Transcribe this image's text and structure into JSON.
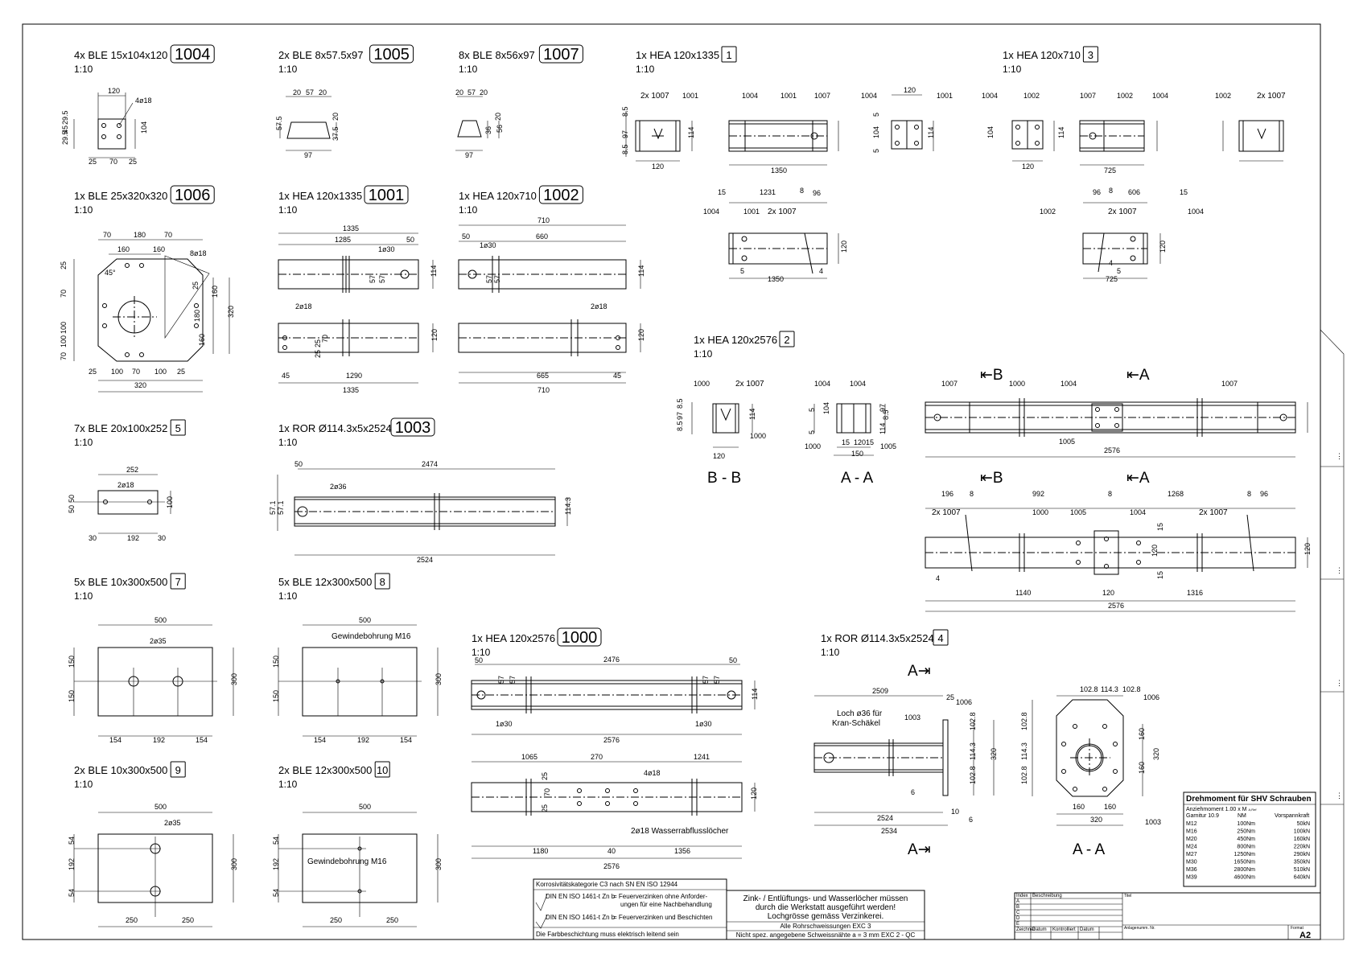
{
  "parts": [
    {
      "id": "p1004",
      "qty": "4x BLE 15x104x120",
      "num": "1004",
      "scale": "1:10",
      "dims": [
        "120",
        "4ø18",
        "29.5",
        "45",
        "29.5",
        "104",
        "25",
        "70",
        "25"
      ]
    },
    {
      "id": "p1005",
      "qty": "2x BLE 8x57.5x97",
      "num": "1005",
      "scale": "1:10",
      "dims": [
        "20",
        "57",
        "20",
        "57.5",
        "20",
        "37.5",
        "97"
      ]
    },
    {
      "id": "p1007",
      "qty": "8x BLE 8x56x97",
      "num": "1007",
      "scale": "1:10",
      "dims": [
        "20",
        "57",
        "20",
        "20",
        "36",
        "56",
        "97"
      ]
    },
    {
      "id": "p1",
      "qty": "1x HEA 120x1335",
      "num": "1",
      "scale": "1:10",
      "dims": [
        "2x 1007",
        "1001",
        "8.5",
        "97",
        "8.5",
        "114",
        "120",
        "1004",
        "1001",
        "1007",
        "1350",
        "1004",
        "120",
        "1001",
        "104",
        "114",
        "5",
        "5",
        "1231",
        "8",
        "96",
        "15",
        "1004",
        "1001",
        "2x 1007",
        "120",
        "1350",
        "5",
        "4"
      ]
    },
    {
      "id": "p3",
      "qty": "1x HEA 120x710",
      "num": "3",
      "scale": "1:10",
      "dims": [
        "1004",
        "1002",
        "104",
        "114",
        "120",
        "1007",
        "1002",
        "1004",
        "725",
        "1002",
        "2x 1007",
        "96",
        "8",
        "606",
        "15",
        "1002",
        "2x 1007",
        "1004",
        "120",
        "725",
        "5",
        "4"
      ]
    },
    {
      "id": "p1006",
      "qty": "1x BLE 25x320x320",
      "num": "1006",
      "scale": "1:10",
      "dims": [
        "70",
        "180",
        "70",
        "160",
        "160",
        "8ø18",
        "45°",
        "25",
        "70",
        "100",
        "100",
        "70",
        "25",
        "180",
        "160",
        "160",
        "320",
        "25",
        "100",
        "70",
        "100",
        "25",
        "320"
      ]
    },
    {
      "id": "p1001",
      "qty": "1x HEA 120x1335",
      "num": "1001",
      "scale": "1:10",
      "dims": [
        "1335",
        "1285",
        "50",
        "1ø30",
        "57",
        "57",
        "114",
        "2ø18",
        "25",
        "70",
        "25",
        "120",
        "45",
        "1290",
        "1335"
      ]
    },
    {
      "id": "p1002",
      "qty": "1x HEA 120x710",
      "num": "1002",
      "scale": "1:10",
      "dims": [
        "710",
        "50",
        "660",
        "1ø30",
        "57",
        "57",
        "114",
        "2ø18",
        "120",
        "665",
        "45",
        "710"
      ]
    },
    {
      "id": "p2",
      "qty": "1x HEA 120x2576",
      "num": "2",
      "scale": "1:10",
      "dims": [
        "1000",
        "2x 1007",
        "8.5",
        "97",
        "8.5",
        "114",
        "120",
        "1000",
        "1004",
        "1004",
        "5",
        "104",
        "5",
        "97",
        "8.5",
        "114",
        "1000",
        "15",
        "120",
        "15",
        "150",
        "1005",
        "1007",
        "1000",
        "1004",
        "1007",
        "1005",
        "2576",
        "196",
        "8",
        "992",
        "8",
        "1268",
        "8",
        "96",
        "2x 1007",
        "1000",
        "1005",
        "1004",
        "2x 1007",
        "15",
        "120",
        "15",
        "120",
        "1140",
        "120",
        "1316",
        "2576",
        "4"
      ]
    },
    {
      "id": "p5",
      "qty": "7x BLE 20x100x252",
      "num": "5",
      "scale": "1:10",
      "dims": [
        "252",
        "2ø18",
        "50",
        "50",
        "100",
        "30",
        "192",
        "30"
      ]
    },
    {
      "id": "p1003",
      "qty": "1x ROR Ø114.3x5x2524",
      "num": "1003",
      "scale": "1:10",
      "dims": [
        "50",
        "2474",
        "2ø36",
        "57.1",
        "57.1",
        "114.3",
        "2524"
      ]
    },
    {
      "id": "p7",
      "qty": "5x BLE 10x300x500",
      "num": "7",
      "scale": "1:10",
      "dims": [
        "500",
        "2ø35",
        "150",
        "150",
        "300",
        "154",
        "192",
        "154"
      ]
    },
    {
      "id": "p8",
      "qty": "5x BLE 12x300x500",
      "num": "8",
      "scale": "1:10",
      "dims": [
        "500",
        "Gewindebohrung M16",
        "150",
        "150",
        "300",
        "154",
        "192",
        "154"
      ]
    },
    {
      "id": "p1000",
      "qty": "1x HEA 120x2576",
      "num": "1000",
      "scale": "1:10",
      "dims": [
        "50",
        "2476",
        "50",
        "57",
        "57",
        "57",
        "57",
        "114",
        "1ø30",
        "1ø30",
        "2576",
        "1065",
        "270",
        "1241",
        "4ø18",
        "25",
        "70",
        "25",
        "120",
        "2ø18 Wasserrabflusslöcher",
        "1180",
        "40",
        "1356",
        "2576"
      ]
    },
    {
      "id": "p4",
      "qty": "1x ROR Ø114.3x5x2524",
      "num": "4",
      "scale": "1:10",
      "dims": [
        "2509",
        "25",
        "1006",
        "Loch ø36 für",
        "Kran-Schäkel",
        "1003",
        "102.8",
        "114.3",
        "102.8",
        "320",
        "6",
        "2524",
        "10",
        "2534",
        "6",
        "102.8",
        "114.3",
        "102.8",
        "1006",
        "102.8",
        "114.3",
        "102.8",
        "160",
        "160",
        "320",
        "160",
        "160",
        "320",
        "1003"
      ]
    },
    {
      "id": "p9",
      "qty": "2x BLE 10x300x500",
      "num": "9",
      "scale": "1:10",
      "dims": [
        "500",
        "2ø35",
        "54",
        "192",
        "54",
        "300",
        "250",
        "250"
      ]
    },
    {
      "id": "p10",
      "qty": "2x BLE 12x300x500",
      "num": "10",
      "scale": "1:10",
      "dims": [
        "500",
        "54",
        "192",
        "54",
        "300",
        "Gewindebohrung M16",
        "250",
        "250"
      ]
    }
  ],
  "sections": {
    "bb": "B - B",
    "aa": "A - A",
    "aa2": "A - A",
    "markB": "B",
    "markA": "A"
  },
  "notes": {
    "corrosion_title": "Korrosivitätskategorie C3 nach SN EN ISO 12944",
    "c1a": "DIN EN ISO 1461-t Zn b",
    "c1b": "= Feuerverzinken ohne Anforder-",
    "c1c": "ungen für eine Nachbehandlung",
    "c2a": "DIN EN ISO 1461-t Zn b",
    "c2b": "= Feuerverzinken und Beschichten",
    "c3": "Die Farbbeschichtung muss elektrisch leitend sein",
    "zink1": "Zink- / Entlüftungs- und Wasserlöcher müssen",
    "zink2": "durch die Werkstatt ausgeführt werden!",
    "zink3": "Lochgrösse gemäss Verzinkerei.",
    "weld1": "Alle Rohrschweissungen EXC 3",
    "weld2": "Nicht spez. angegebene Schweissnähte a = 3 mm EXC 2 - QC"
  },
  "revision": {
    "index": "Index",
    "beschreibung": "Beschreibung",
    "rows": [
      "A",
      "B",
      "C",
      "D",
      "E"
    ],
    "zeichner": "Zeichner",
    "datum": "Datum",
    "kontrolliert": "Kontrolliert",
    "datum2": "Datum",
    "titel": "Titel",
    "anlage": "Anlagenumm. Nr.",
    "format": "Format",
    "size": "A2"
  },
  "torque": {
    "title": "Drehmoment für SHV Schrauben",
    "sub1": "Anziehmoment 1.00 x M",
    "sub1b": "A,Ref",
    "sub2": "Garnitur 10.9",
    "col2": "NM",
    "col3": "Vorspannkraft",
    "rows": [
      [
        "M12",
        "100Nm",
        "50kN"
      ],
      [
        "M16",
        "250Nm",
        "100kN"
      ],
      [
        "M20",
        "450Nm",
        "160kN"
      ],
      [
        "M24",
        "800Nm",
        "220kN"
      ],
      [
        "M27",
        "1250Nm",
        "290kN"
      ],
      [
        "M30",
        "1650Nm",
        "350kN"
      ],
      [
        "M36",
        "2800Nm",
        "510kN"
      ],
      [
        "M39",
        "4600Nm",
        "640kN"
      ]
    ]
  }
}
